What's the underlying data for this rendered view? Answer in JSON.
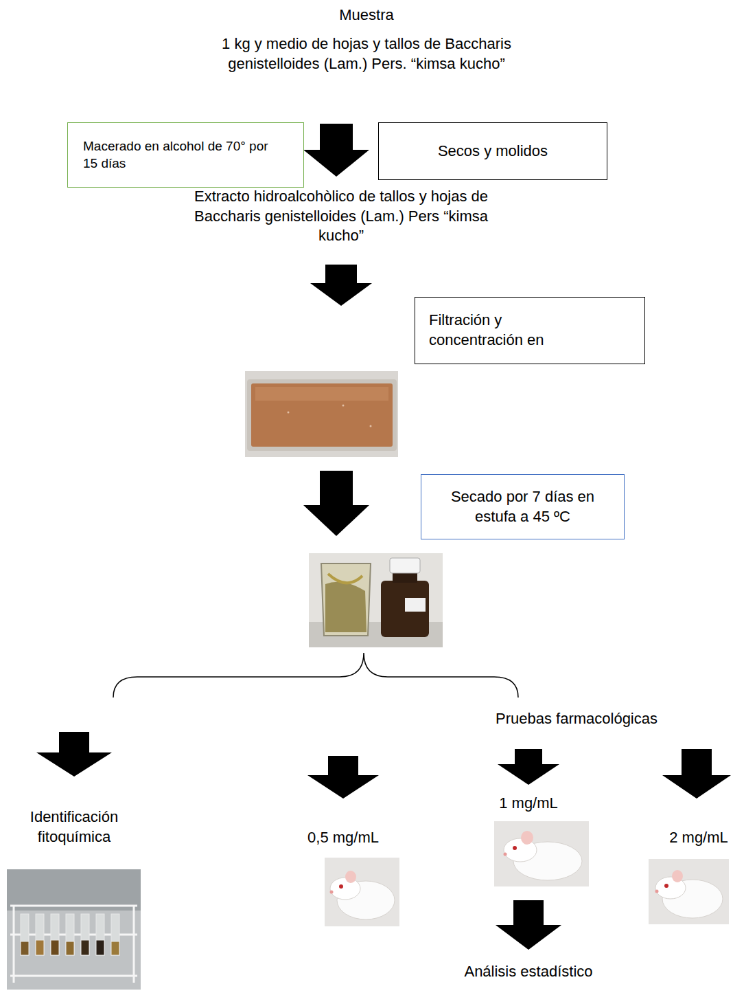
{
  "diagram": {
    "nodes": [
      {
        "text": [
          "Macerado en alcohol de 70° por 15 días"
        ]
      },
      {
        "text": [
          "Secos y molidos"
        ]
      },
      {
        "text": [
          "Filtración y concentración en"
        ]
      },
      {
        "text": [
          "Secado por 7 días en estufa a 45 ºC"
        ]
      }
    ],
    "labels": [
      "Muestra",
      "1 kg y medio de hojas y tallos de Baccharis genistelloides (Lam.) Pers. “kimsa kucho”",
      "Extracto hidroalcohòlico de tallos y hojas de Baccharis genistelloides (Lam.) Pers “kimsa kucho”",
      "Pruebas farmacológicas",
      "Identificación fitoquímica",
      "0,5 mg/mL",
      "1 mg/mL",
      "2 mg/mL",
      "Análisis estadístico"
    ]
  }
}
